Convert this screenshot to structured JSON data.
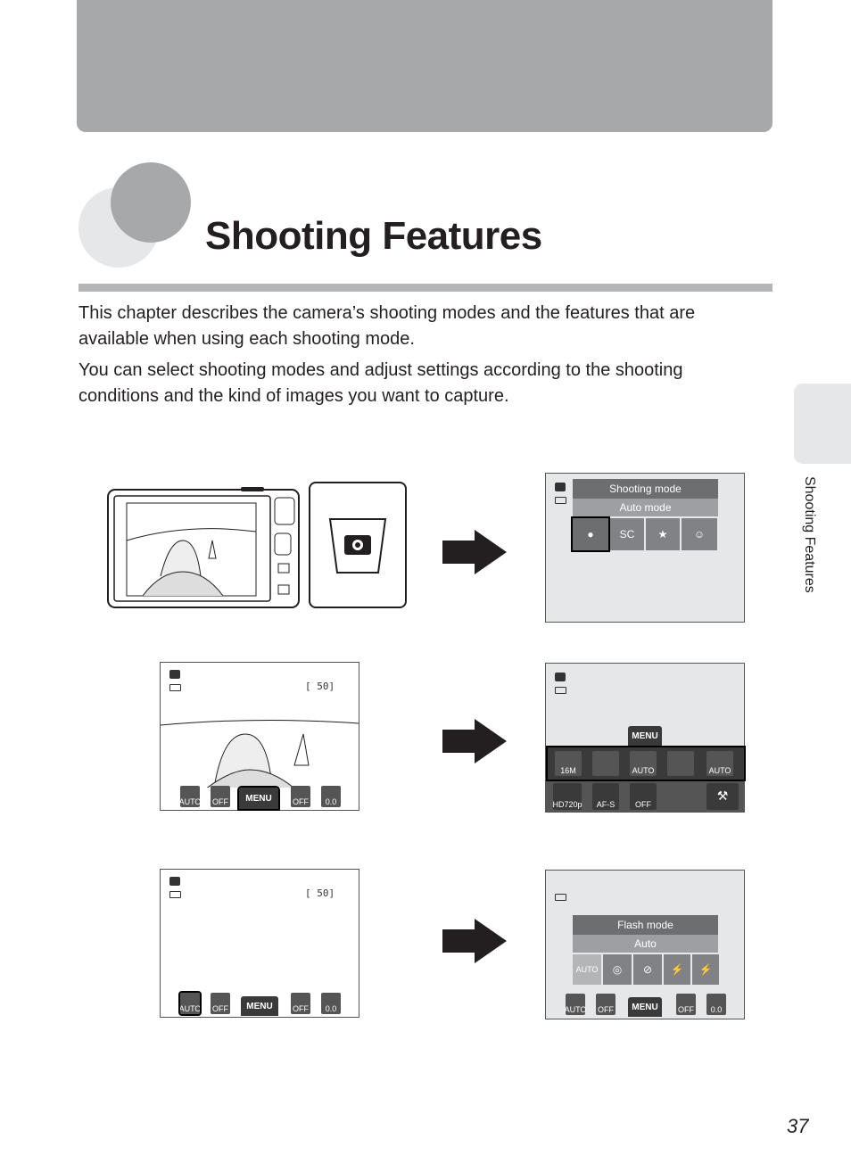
{
  "chapter": {
    "title": "Shooting Features",
    "side_label": "Shooting Features",
    "page_number": "37"
  },
  "body": {
    "paragraph_1": "This chapter describes the camera’s shooting modes and the features that are available when using each shooting mode.",
    "paragraph_2": "You can select shooting modes and adjust settings according to the shooting conditions and the kind of images you want to capture."
  },
  "screens": {
    "shooting_mode": {
      "header": "Shooting mode",
      "sub": "Auto mode"
    },
    "flash_mode": {
      "header": "Flash mode",
      "sub": "Auto"
    },
    "buttons": {
      "flash": "AUTO",
      "self_timer": "OFF",
      "menu": "MENU",
      "macro": "OFF",
      "exposure": "0.0"
    },
    "menu_bar": {
      "image_mode": "16M",
      "iso": "AUTO",
      "wb": "AUTO",
      "movie": "HD720p",
      "movie_af": "AF-S",
      "vr": "OFF"
    },
    "readout_exposures": "[ 50]",
    "flash_options": [
      "AUTO"
    ]
  }
}
